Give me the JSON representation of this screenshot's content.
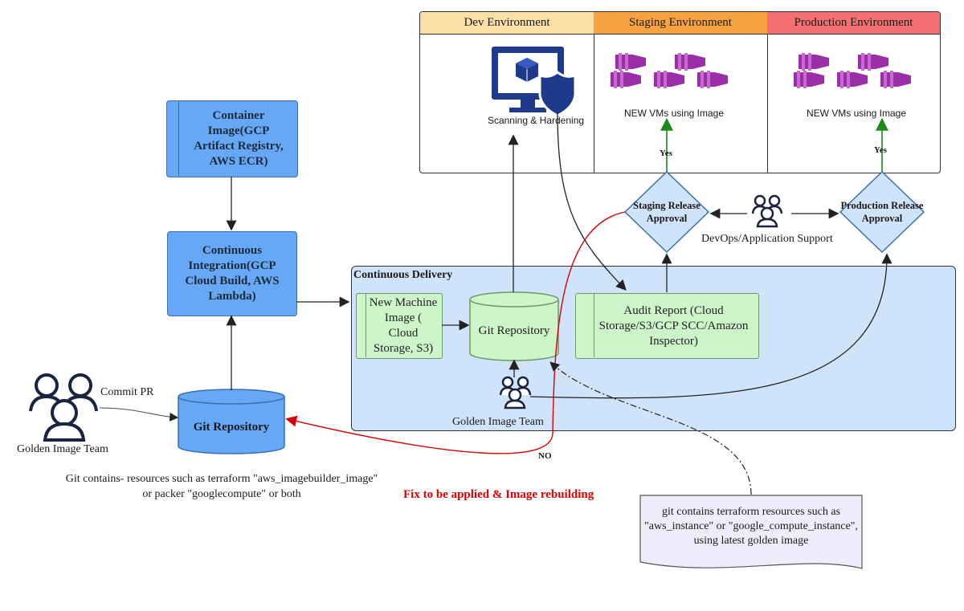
{
  "environments": {
    "dev": {
      "title": "Dev Environment",
      "color": "#fde0a8",
      "caption": "Scanning & Hardening"
    },
    "staging": {
      "title": "Staging Environment",
      "color": "#f7a240",
      "caption": "NEW VMs using  Image"
    },
    "production": {
      "title": "Production Environment",
      "color": "#f47070",
      "caption": "NEW VMs using Image"
    }
  },
  "left": {
    "container_image": "Container Image(GCP Artifact Registry, AWS ECR)",
    "ci": "Continuous Integration(GCP Cloud Build, AWS Lambda)",
    "git_repo": "Git Repository",
    "commit_pr": "Commit PR",
    "team": "Golden Image Team",
    "git_note": "Git contains- resources such as terraform \"aws_imagebuilder_image\" or packer \"googlecompute\" or both"
  },
  "cd": {
    "title": "Continuous Delivery",
    "machine_image": "New Machine Image ( Cloud Storage, S3)",
    "git_repo": "Git Repository",
    "audit": "Audit Report (Cloud Storage/S3/GCP SCC/Amazon Inspector)",
    "team": "Golden Image Team"
  },
  "approvals": {
    "staging": "Staging Release Approval",
    "production": "Production Release Approval",
    "support": "DevOps/Application Support",
    "yes": "Yes",
    "no": "NO"
  },
  "fix_note": "Fix to be applied & Image rebuilding",
  "doc_note": "git contains terraform resources such as \"aws_instance\" or \"google_compute_instance\", using latest golden image",
  "colors": {
    "blue": "#66a8f5",
    "green": "#cdf5c9",
    "cd_bg": "#cfe3fb",
    "vm_purple": "#9b2fa8",
    "monitor_navy": "#1f3a8a",
    "red": "#dd0000",
    "yes_green": "#1a8a1a"
  }
}
